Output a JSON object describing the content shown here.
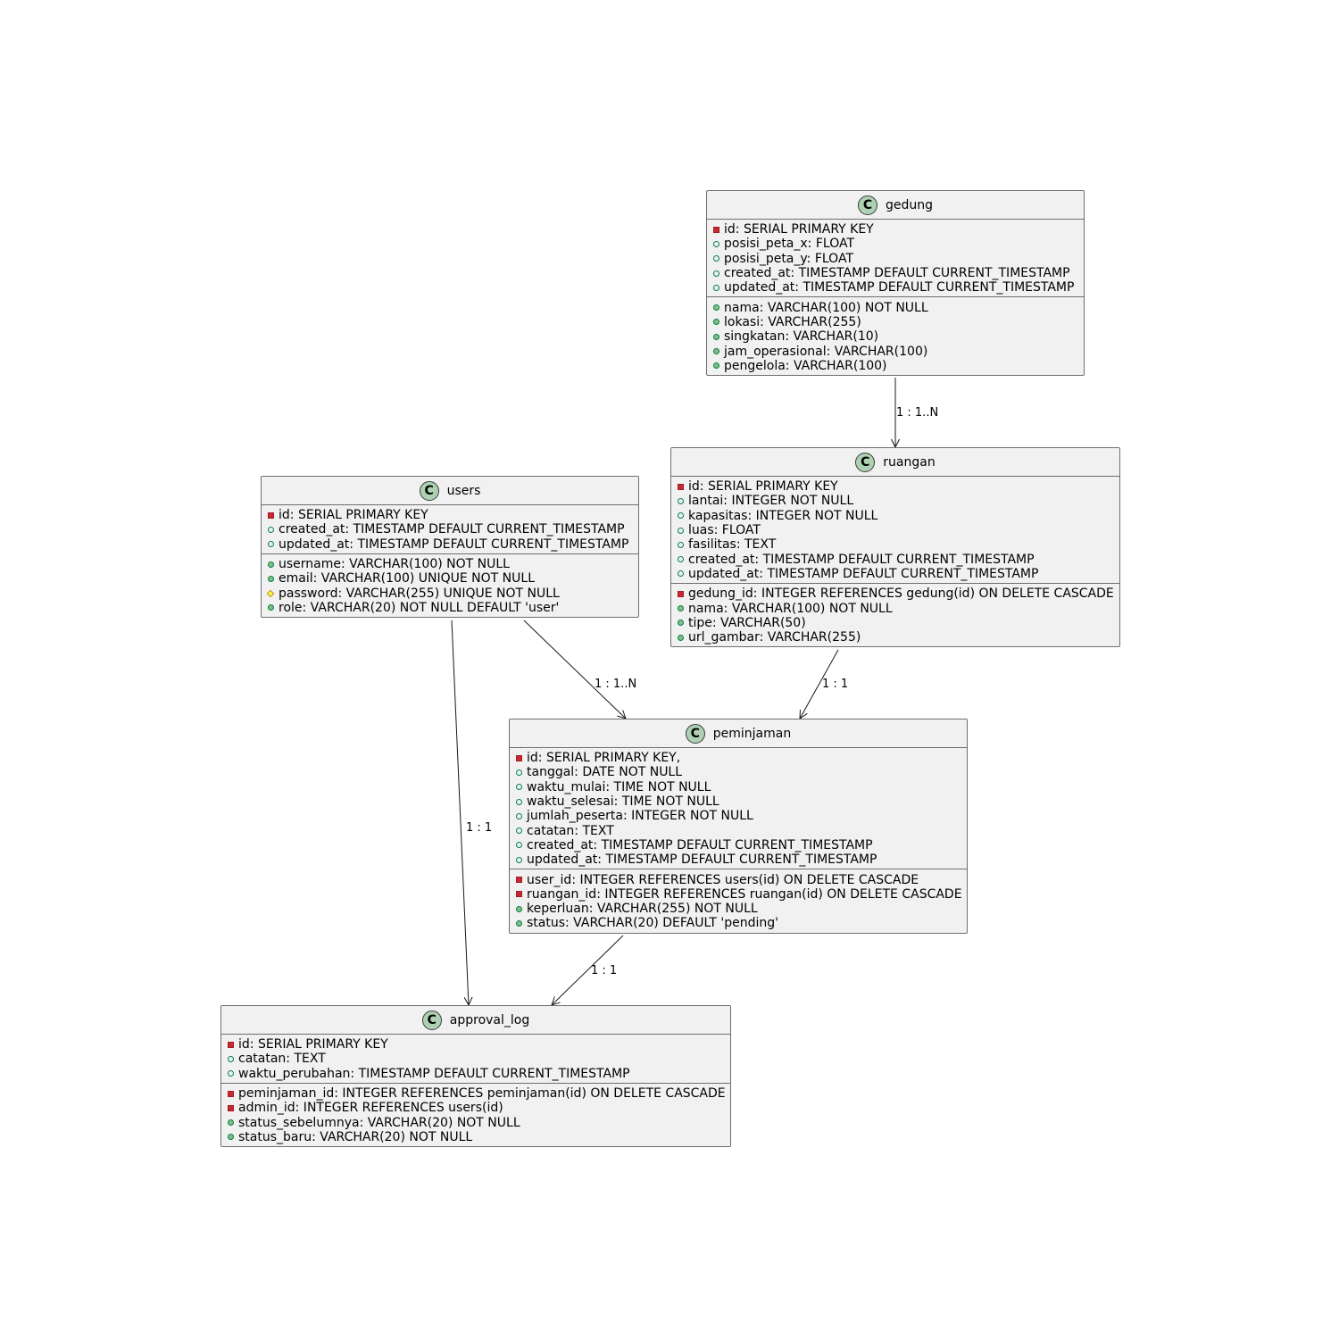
{
  "classes": {
    "gedung": {
      "name": "gedung",
      "icon": "class-C-icon",
      "icon_letter": "C",
      "fields": [
        {
          "vis": "private",
          "text": "id: SERIAL PRIMARY KEY"
        },
        {
          "vis": "public",
          "text": "posisi_peta_x: FLOAT"
        },
        {
          "vis": "public",
          "text": "posisi_peta_y: FLOAT"
        },
        {
          "vis": "public",
          "text": "created_at: TIMESTAMP DEFAULT CURRENT_TIMESTAMP"
        },
        {
          "vis": "public",
          "text": "updated_at: TIMESTAMP DEFAULT CURRENT_TIMESTAMP"
        }
      ],
      "methods": [
        {
          "vis": "public-filled",
          "text": "nama: VARCHAR(100) NOT NULL"
        },
        {
          "vis": "public-filled",
          "text": "lokasi: VARCHAR(255)"
        },
        {
          "vis": "public-filled",
          "text": "singkatan: VARCHAR(10)"
        },
        {
          "vis": "public-filled",
          "text": "jam_operasional: VARCHAR(100)"
        },
        {
          "vis": "public-filled",
          "text": "pengelola: VARCHAR(100)"
        }
      ]
    },
    "ruangan": {
      "name": "ruangan",
      "icon": "class-C-icon",
      "icon_letter": "C",
      "fields": [
        {
          "vis": "private",
          "text": "id: SERIAL PRIMARY KEY"
        },
        {
          "vis": "public",
          "text": "lantai: INTEGER NOT NULL"
        },
        {
          "vis": "public",
          "text": "kapasitas: INTEGER NOT NULL"
        },
        {
          "vis": "public",
          "text": "luas: FLOAT"
        },
        {
          "vis": "public",
          "text": "fasilitas: TEXT"
        },
        {
          "vis": "public",
          "text": "created_at: TIMESTAMP DEFAULT CURRENT_TIMESTAMP"
        },
        {
          "vis": "public",
          "text": "updated_at: TIMESTAMP DEFAULT CURRENT_TIMESTAMP"
        }
      ],
      "methods": [
        {
          "vis": "private",
          "text": "gedung_id: INTEGER REFERENCES gedung(id) ON DELETE CASCADE"
        },
        {
          "vis": "public-filled",
          "text": "nama: VARCHAR(100) NOT NULL"
        },
        {
          "vis": "public-filled",
          "text": "tipe: VARCHAR(50)"
        },
        {
          "vis": "public-filled",
          "text": "url_gambar: VARCHAR(255)"
        }
      ]
    },
    "users": {
      "name": "users",
      "icon": "class-C-icon",
      "icon_letter": "C",
      "fields": [
        {
          "vis": "private",
          "text": "id: SERIAL PRIMARY KEY"
        },
        {
          "vis": "public",
          "text": "created_at: TIMESTAMP DEFAULT CURRENT_TIMESTAMP"
        },
        {
          "vis": "public",
          "text": "updated_at: TIMESTAMP DEFAULT CURRENT_TIMESTAMP"
        }
      ],
      "methods": [
        {
          "vis": "public-filled",
          "text": "username: VARCHAR(100) NOT NULL"
        },
        {
          "vis": "public-filled",
          "text": "email: VARCHAR(100) UNIQUE NOT NULL"
        },
        {
          "vis": "protected",
          "text": "password: VARCHAR(255) UNIQUE NOT NULL"
        },
        {
          "vis": "public-filled",
          "text": "role: VARCHAR(20) NOT NULL DEFAULT 'user'"
        }
      ]
    },
    "peminjaman": {
      "name": "peminjaman",
      "icon": "class-C-icon",
      "icon_letter": "C",
      "fields": [
        {
          "vis": "private",
          "text": "id: SERIAL PRIMARY KEY,"
        },
        {
          "vis": "public",
          "text": "tanggal: DATE NOT NULL"
        },
        {
          "vis": "public",
          "text": "waktu_mulai: TIME NOT NULL"
        },
        {
          "vis": "public",
          "text": "waktu_selesai: TIME NOT NULL"
        },
        {
          "vis": "public",
          "text": "jumlah_peserta: INTEGER NOT NULL"
        },
        {
          "vis": "public",
          "text": "catatan: TEXT"
        },
        {
          "vis": "public",
          "text": "created_at: TIMESTAMP DEFAULT CURRENT_TIMESTAMP"
        },
        {
          "vis": "public",
          "text": "updated_at: TIMESTAMP DEFAULT CURRENT_TIMESTAMP"
        }
      ],
      "methods": [
        {
          "vis": "private",
          "text": "user_id: INTEGER REFERENCES users(id) ON DELETE CASCADE"
        },
        {
          "vis": "private",
          "text": "ruangan_id: INTEGER REFERENCES ruangan(id) ON DELETE CASCADE"
        },
        {
          "vis": "public-filled",
          "text": "keperluan: VARCHAR(255) NOT NULL"
        },
        {
          "vis": "public-filled",
          "text": "status: VARCHAR(20) DEFAULT 'pending'"
        }
      ]
    },
    "approval_log": {
      "name": "approval_log",
      "icon": "class-C-icon",
      "icon_letter": "C",
      "fields": [
        {
          "vis": "private",
          "text": "id: SERIAL PRIMARY KEY"
        },
        {
          "vis": "public",
          "text": "catatan: TEXT"
        },
        {
          "vis": "public",
          "text": "waktu_perubahan: TIMESTAMP DEFAULT CURRENT_TIMESTAMP"
        }
      ],
      "methods": [
        {
          "vis": "private",
          "text": "peminjaman_id: INTEGER REFERENCES peminjaman(id) ON DELETE CASCADE"
        },
        {
          "vis": "private",
          "text": "admin_id: INTEGER REFERENCES users(id)"
        },
        {
          "vis": "public-filled",
          "text": "status_sebelumnya: VARCHAR(20) NOT NULL"
        },
        {
          "vis": "public-filled",
          "text": "status_baru: VARCHAR(20) NOT NULL"
        }
      ]
    }
  },
  "relations": [
    {
      "from": "gedung",
      "to": "ruangan",
      "label": "1 : 1..N"
    },
    {
      "from": "users",
      "to": "peminjaman",
      "label": "1 : 1..N"
    },
    {
      "from": "ruangan",
      "to": "peminjaman",
      "label": "1 : 1"
    },
    {
      "from": "users",
      "to": "approval_log",
      "label": "1 : 1"
    },
    {
      "from": "peminjaman",
      "to": "approval_log",
      "label": "1 : 1"
    }
  ],
  "colors": {
    "box_fill": "#f1f1f1",
    "box_border": "#6e6e6e",
    "class_icon": "#add1b2",
    "private": "#c82930",
    "public": "#038048",
    "protected": "#ffff44"
  }
}
